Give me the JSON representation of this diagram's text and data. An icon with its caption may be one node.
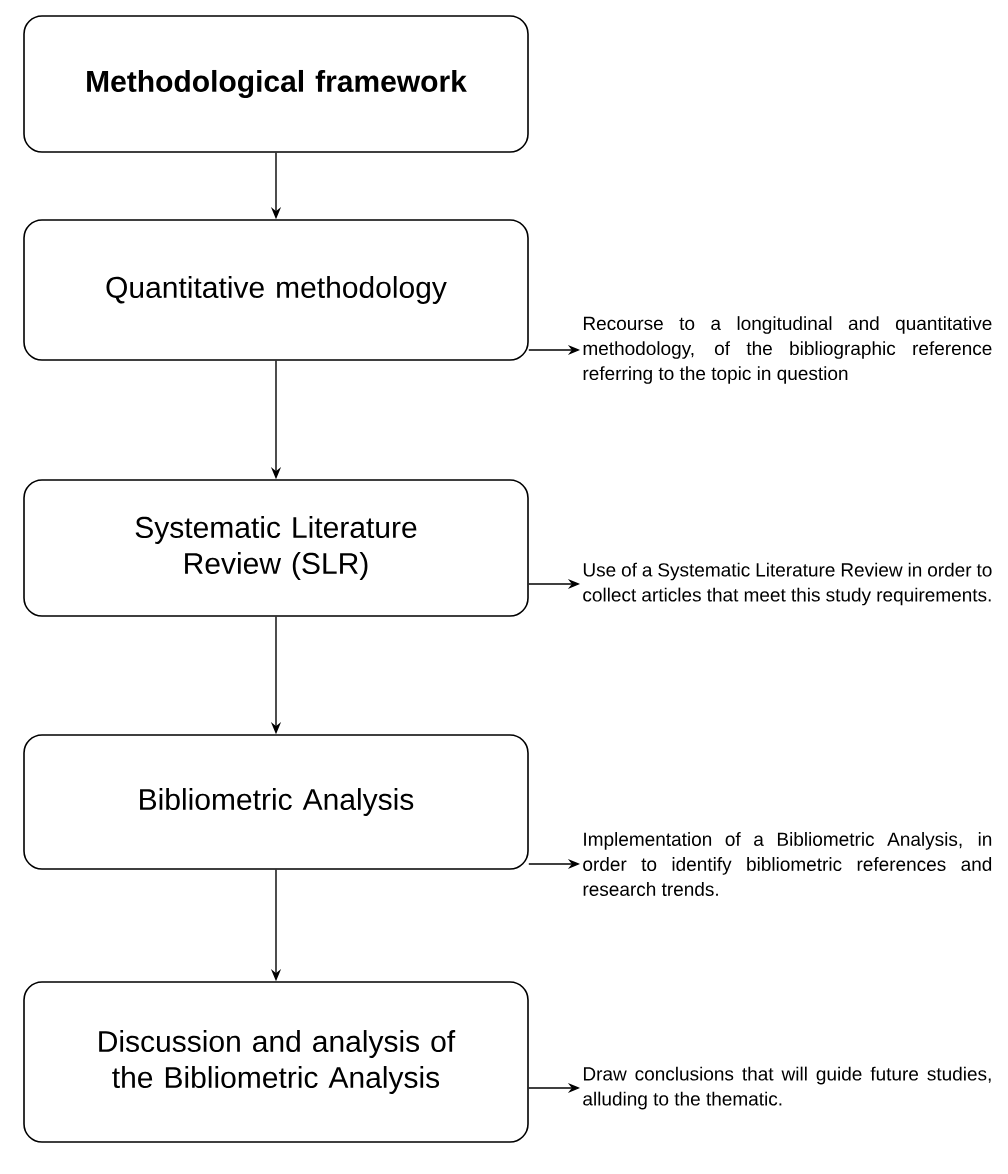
{
  "diagram": {
    "nodes": [
      {
        "text": [
          "**Methodological framework**"
        ]
      },
      {
        "text": [
          "Quantitative methodology"
        ]
      },
      {
        "text": [
          "Systematic Literature Review (SLR)"
        ]
      },
      {
        "text": [
          "Bibliometric Analysis"
        ]
      },
      {
        "text": [
          "Discussion and analysis of the Bibliometric Analysis"
        ]
      },
      {
        "text": [
          "Recourse to a longitudinal and quantitative methodology, of the bibliographic reference referring to the topic in question"
        ]
      },
      {
        "text": [
          "Use of a Systematic Literature Review in order to collect articles that meet this study requirements."
        ]
      },
      {
        "text": [
          "Implementation of a Bibliometric Analysis, in order to identify bibliometric references and research trends."
        ]
      },
      {
        "text": [
          "Draw conclusions that will guide future studies, alluding to the thematic."
        ]
      }
    ],
    "edges": [
      {
        "from": 0,
        "to": 1,
        "arrow": "to"
      },
      {
        "from": 1,
        "to": 2,
        "arrow": "to"
      },
      {
        "from": 2,
        "to": 3,
        "arrow": "to"
      },
      {
        "from": 3,
        "to": 4,
        "arrow": "to"
      },
      {
        "from": 1,
        "to": 5,
        "arrow": "to"
      },
      {
        "from": 2,
        "to": 6,
        "arrow": "to"
      },
      {
        "from": 3,
        "to": 7,
        "arrow": "to"
      },
      {
        "from": 4,
        "to": 8,
        "arrow": "to"
      }
    ]
  }
}
